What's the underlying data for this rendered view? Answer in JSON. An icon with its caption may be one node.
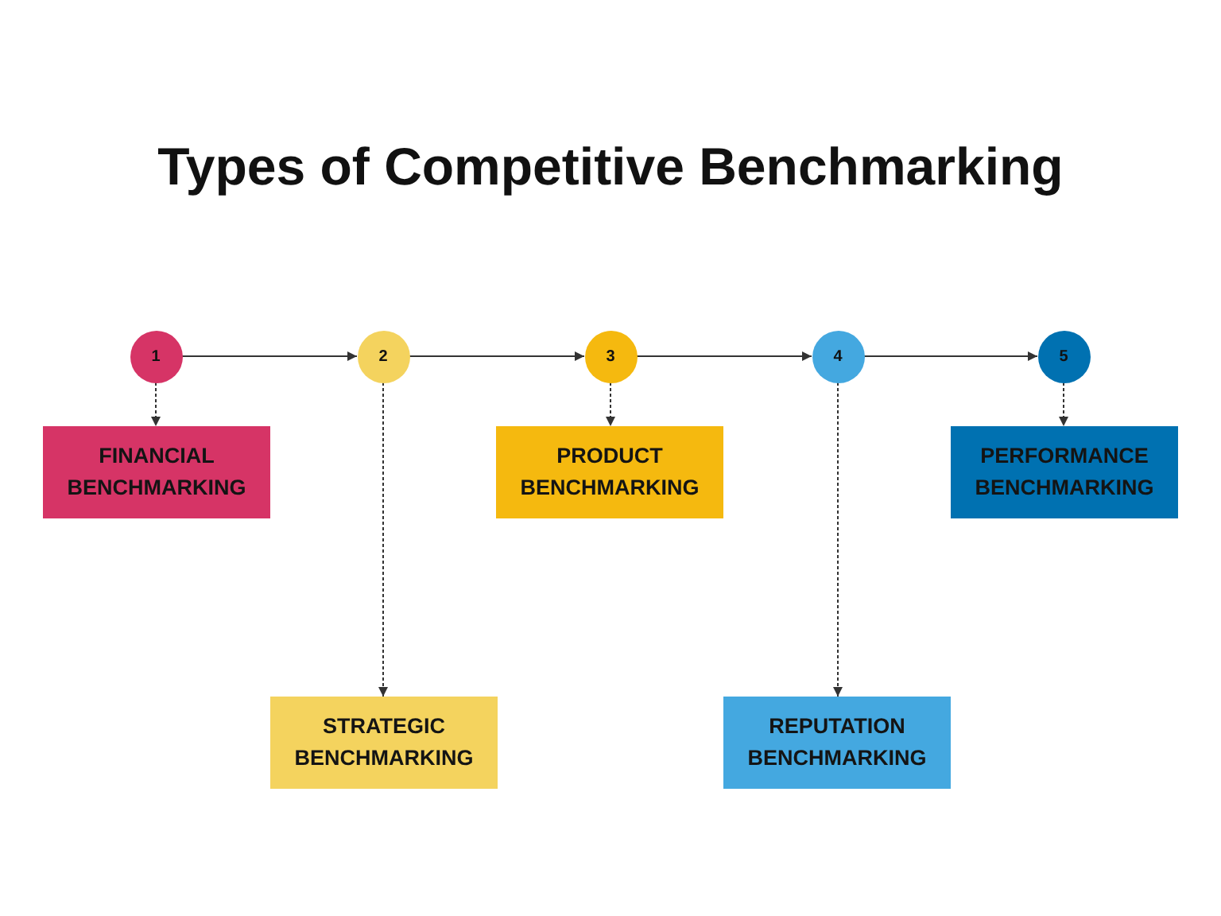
{
  "diagram": {
    "title": "Types of Competitive Benchmarking",
    "nodes": [
      {
        "text": [
          "1"
        ]
      },
      {
        "text": [
          "2"
        ]
      },
      {
        "text": [
          "3"
        ]
      },
      {
        "text": [
          "4"
        ]
      },
      {
        "text": [
          "5"
        ]
      },
      {
        "text": [
          "FINANCIAL BENCHMARKING"
        ]
      },
      {
        "text": [
          "STRATEGIC BENCHMARKING"
        ]
      },
      {
        "text": [
          "PRODUCT BENCHMARKING"
        ]
      },
      {
        "text": [
          "REPUTATION BENCHMARKING"
        ]
      },
      {
        "text": [
          "PERFORMANCE BENCHMARKING"
        ]
      }
    ],
    "edges": [
      {
        "from": 0,
        "to": 1,
        "arrow": "to"
      },
      {
        "from": 1,
        "to": 2,
        "arrow": "to"
      },
      {
        "from": 2,
        "to": 3,
        "arrow": "to"
      },
      {
        "from": 3,
        "to": 4,
        "arrow": "to"
      },
      {
        "from": 0,
        "to": 5,
        "arrow": "to",
        "style": "dashed"
      },
      {
        "from": 1,
        "to": 6,
        "arrow": "to",
        "style": "dashed"
      },
      {
        "from": 2,
        "to": 7,
        "arrow": "to",
        "style": "dashed"
      },
      {
        "from": 3,
        "to": 8,
        "arrow": "to",
        "style": "dashed"
      },
      {
        "from": 4,
        "to": 9,
        "arrow": "to",
        "style": "dashed"
      }
    ]
  }
}
